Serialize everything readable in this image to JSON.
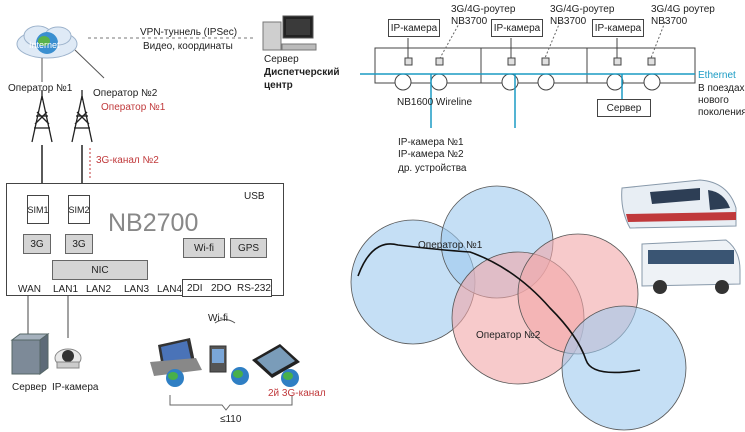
{
  "left": {
    "internet": "Internet",
    "vpn_tunnel": "VPN-туннель (IPSec)",
    "vpn_data": "Видео, координаты",
    "server_center": {
      "line1": "Сервер",
      "line2": "Диспетчерский",
      "line3": "центр"
    },
    "operator1": "Оператор №1",
    "operator2": "Оператор №2",
    "operator1_red": "Оператор №1",
    "channel_3g2": "3G-канал №2",
    "device": {
      "model": "NB2700",
      "usb": "USB",
      "sim1": "SIM1",
      "sim2": "SIM2",
      "g3_a": "3G",
      "g3_b": "3G",
      "wifi": "Wi-fi",
      "gps": "GPS",
      "nic": "NIC",
      "ports": [
        "WAN",
        "LAN1",
        "LAN2",
        "LAN3",
        "LAN4"
      ],
      "io": [
        "2DI",
        "2DO",
        "RS-232"
      ]
    },
    "server": "Сервер",
    "ip_camera": "IP-камера",
    "wifi_label": "Wi-fi",
    "channel_3g_second": "2й 3G-канал",
    "count": "≤110"
  },
  "right": {
    "cars": [
      {
        "camera": "IP-камера",
        "router": "3G/4G-роутер",
        "router_model": "NB3700"
      },
      {
        "camera": "IP-камера",
        "router": "3G/4G-роутер",
        "router_model": "NB3700"
      },
      {
        "camera": "IP-камера",
        "router": "3G/4G роутер",
        "router_model": "NB3700"
      }
    ],
    "wireline": "NB1600 Wireline",
    "ethernet": "Ethernet",
    "new_trains": [
      "В поездах",
      "нового",
      "поколения"
    ],
    "server": "Сервер",
    "cameras": [
      "IP-камера №1",
      "IP-камера №2",
      "др. устройства"
    ],
    "operator1": "Оператор №1",
    "operator2": "Оператор №2"
  },
  "colors": {
    "red": "#c0393b",
    "ethernet": "#1a9bc4",
    "cell_blue": "#9ec9ee",
    "cell_red": "#f2a7a8"
  }
}
